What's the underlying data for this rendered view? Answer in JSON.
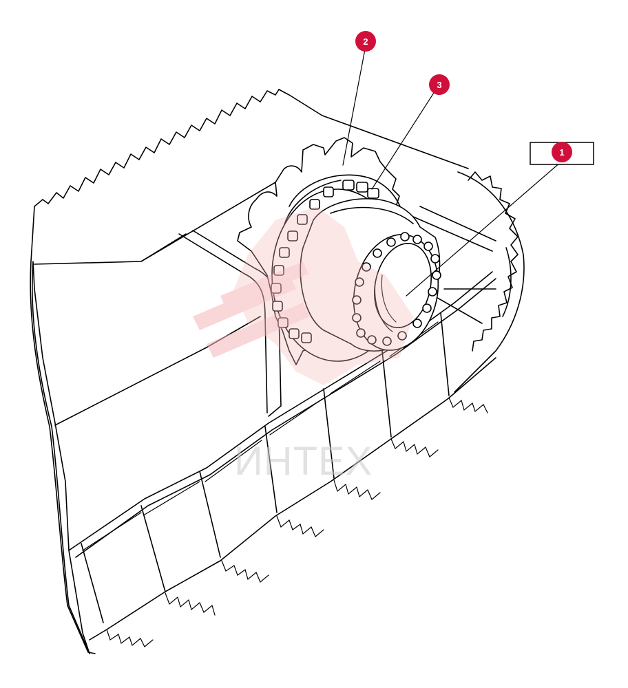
{
  "watermark": {
    "text": "ИНТЕХ",
    "color": "#f5b5b8"
  },
  "callouts": [
    {
      "label": "1",
      "part": "final-drive-cover"
    },
    {
      "label": "2",
      "part": "sprocket"
    },
    {
      "label": "3",
      "part": "sprocket-bolt"
    }
  ],
  "colors": {
    "callout": "#d0103a",
    "line": "#000000"
  }
}
